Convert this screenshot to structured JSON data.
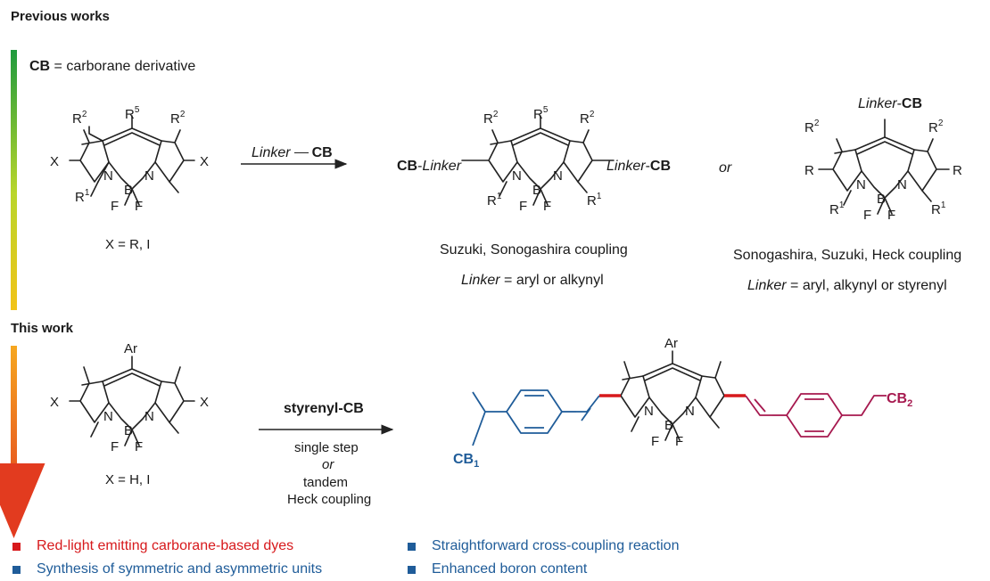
{
  "previous": {
    "heading": "Previous works",
    "cb_abbr": "CB",
    "cb_def": " = carborane derivative",
    "start_x_label": "X = R, I",
    "reagent_linker": "Linker",
    "reagent_cb": "CB",
    "product1_left": "CB-Linker",
    "product1_right": "Linker-CB",
    "or_text": "or",
    "product2_top": "Linker-CB",
    "p1_method": "Suzuki, Sonogashira coupling",
    "p1_linker": "Linker = aryl or alkynyl",
    "p2_method": "Sonogashira, Suzuki, Heck coupling",
    "p2_linker": "Linker = aryl, alkynyl or styrenyl"
  },
  "this_work": {
    "heading": "This work",
    "start_x_label": "X = H, I",
    "reagent": "styrenyl-CB",
    "cond1": "single step",
    "cond2": "or",
    "cond3": "tandem",
    "cond4": "Heck coupling",
    "cb1": "CB1",
    "cb2": "CB2",
    "ar": "Ar"
  },
  "legend": {
    "items": [
      {
        "text": "Red-light emitting carborane-based dyes",
        "color": "#d7191c"
      },
      {
        "text": "Straightforward cross-coupling reaction",
        "color": "#1f5c99"
      },
      {
        "text": "Synthesis of symmetric and asymmetric units",
        "color": "#1f5c99"
      },
      {
        "text": "Enhanced boron content",
        "color": "#1f5c99"
      }
    ]
  },
  "colors": {
    "blue": "#1f5c99",
    "red": "#d7191c",
    "crimson": "#a6194f"
  }
}
